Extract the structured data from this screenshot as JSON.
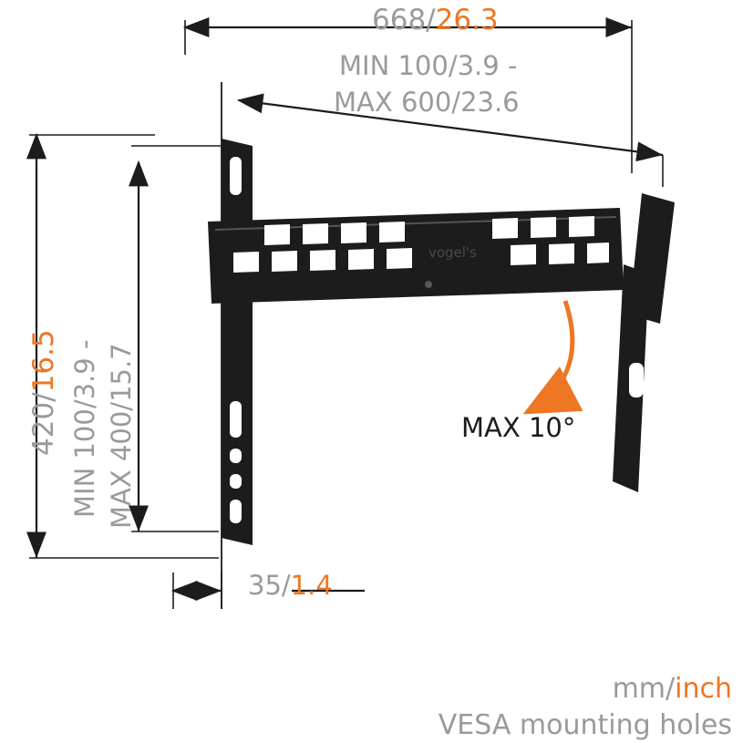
{
  "diagram": {
    "title": "TV wall mount dimension drawing",
    "dimensions": {
      "width_total": {
        "mm": "668/",
        "inch": "26.3"
      },
      "width_vesa": {
        "line1": "MIN 100/3.9 -",
        "line2": "MAX 600/23.6"
      },
      "height_total": {
        "mm": "420/",
        "inch": "16.5"
      },
      "height_vesa": {
        "line1": "MIN 100/3.9 -",
        "line2": "MAX 400/15.7"
      },
      "depth": {
        "mm": "35/",
        "inch": "1.4"
      }
    },
    "tilt_label": "MAX 10°",
    "footer": {
      "units_mm": "mm/",
      "units_inch": "inch",
      "vesa_note": "VESA mounting holes"
    },
    "brand_mark": "vogel's"
  },
  "colors": {
    "grey_text": "#9a9a9a",
    "orange": "#ef7622",
    "dark": "#1c1c1c",
    "line": "#1c1c1c"
  }
}
